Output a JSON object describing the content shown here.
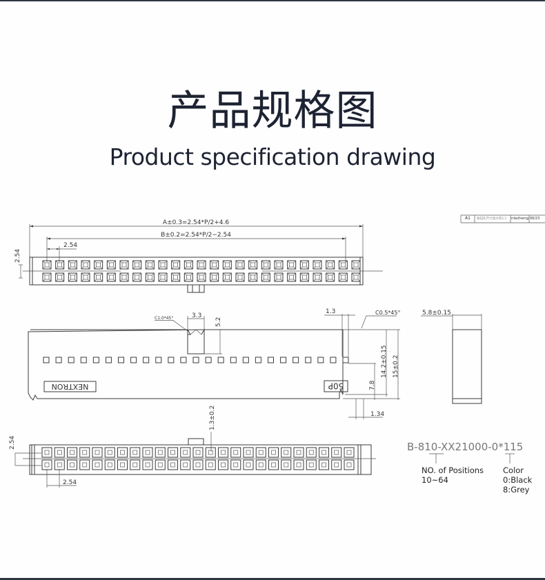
{
  "header": {
    "title_cn": "产品规格图",
    "title_en": "Product specification drawing"
  },
  "revision_block": {
    "rev": "A1",
    "description": "按钮孔尺寸加大到3.3",
    "author": "niezheng",
    "date": "06/23"
  },
  "connector": {
    "positions": 50,
    "pins_per_row": 25,
    "rows": 2,
    "brand_label": "NEXTRON",
    "position_label": "50P"
  },
  "dimensions": {
    "dim_a": "A±0.3=2.54*P/2+4.6",
    "dim_b": "B±0.2=2.54*P/2−2.54",
    "pitch_top": "2.54",
    "row_pitch_top": "2.54",
    "chamfer_key": "C1.0*45°",
    "key_width": "3.3",
    "key_depth": "5.2",
    "pin_width": "1.3",
    "chamfer_end": "C0.5*45°",
    "height_inner": "14.2±0.15",
    "height_total": "15±0.2",
    "pin_height": "7.8",
    "end_offset": "1.34",
    "end_width": "5.8±0.15",
    "key_height": "1.3±0.2",
    "row_pitch_bottom": "2.54",
    "pitch_bottom": "2.54"
  },
  "part_number": {
    "code": "B-810-XX21000-0*115",
    "positions_label": "NO. of  Positions",
    "positions_range": "10~64",
    "color_label": "Color",
    "color_options": [
      "0:Black",
      "8:Grey"
    ]
  }
}
